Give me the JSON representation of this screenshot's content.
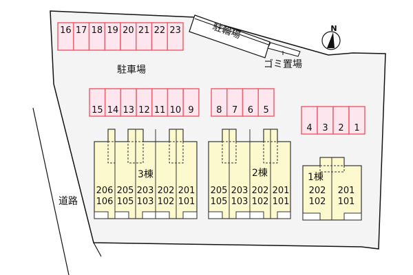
{
  "labels": {
    "parking": "駐車場",
    "bicycle": "駐輪場",
    "garbage": "ゴミ置場",
    "road": "道路",
    "north": "N"
  },
  "parking_rows": [
    [
      "16",
      "17",
      "18",
      "19",
      "20",
      "21",
      "22",
      "23"
    ],
    [
      "15",
      "14",
      "13",
      "12",
      "11",
      "10",
      "9"
    ],
    [
      "8",
      "7",
      "6",
      "5"
    ],
    [
      "4",
      "3",
      "2",
      "1"
    ]
  ],
  "buildings": [
    {
      "name": "3棟",
      "upper": [
        "206",
        "205",
        "203",
        "202",
        "201"
      ],
      "lower": [
        "106",
        "105",
        "103",
        "102",
        "101"
      ]
    },
    {
      "name": "2棟",
      "upper": [
        "205",
        "203",
        "202",
        "201"
      ],
      "lower": [
        "105",
        "103",
        "102",
        "101"
      ]
    },
    {
      "name": "1棟",
      "upper": [
        "202",
        "201"
      ],
      "lower": [
        "102",
        "101"
      ]
    }
  ],
  "colors": {
    "parking_fill": "#fde6ee",
    "parking_stroke": "#f0606e",
    "building_fill": "#fdf9cf",
    "site_fill": "#f4f4f4"
  }
}
